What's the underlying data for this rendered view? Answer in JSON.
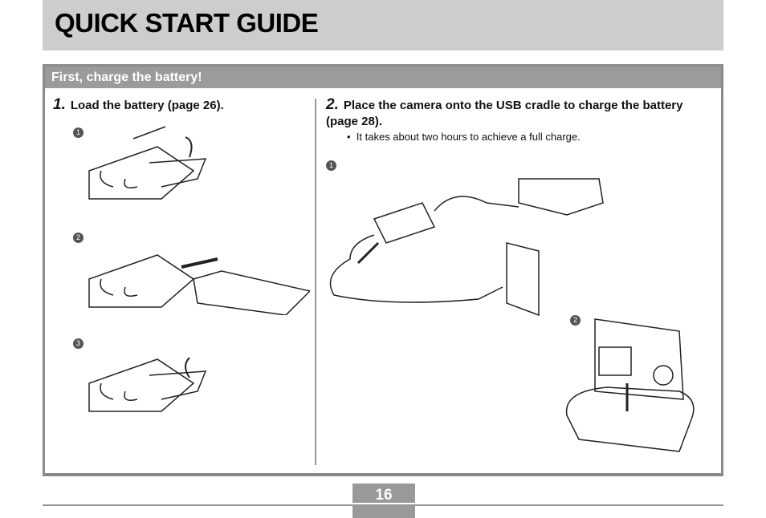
{
  "header": {
    "title": "QUICK START GUIDE"
  },
  "section": {
    "title": "First, charge the battery!"
  },
  "steps": [
    {
      "number": "1.",
      "text": "Load the battery (page 26).",
      "markers": [
        "1",
        "2",
        "3"
      ]
    },
    {
      "number": "2.",
      "text": "Place the camera onto the USB cradle to charge the battery (page 28).",
      "bullet": "It takes about two hours to achieve a full charge.",
      "markers": [
        "1",
        "2"
      ]
    }
  ],
  "footer": {
    "page_number": "16"
  }
}
